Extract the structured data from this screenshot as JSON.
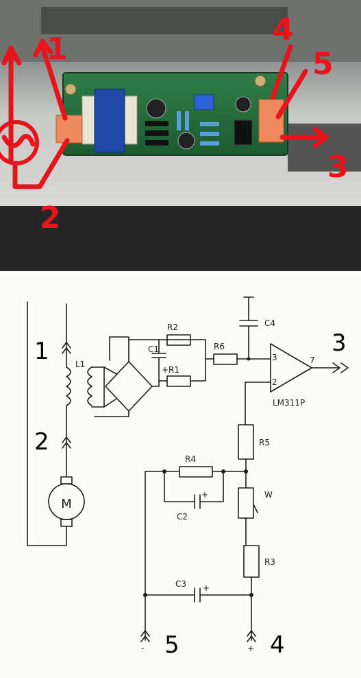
{
  "photo": {
    "markers": [
      "1",
      "2",
      "3",
      "4",
      "5"
    ]
  },
  "schematic": {
    "terminals": [
      "1",
      "2",
      "3",
      "4",
      "5"
    ],
    "components": {
      "l1": "L1",
      "r1": "R1",
      "r2": "R2",
      "r3": "R3",
      "r4": "R4",
      "r5": "R5",
      "r6": "R6",
      "c1": "C1",
      "c2": "C2",
      "c3": "C3",
      "c4": "C4",
      "w": "W",
      "motor": "M",
      "ic": "LM311P",
      "pin3": "3",
      "pin2": "2",
      "pin7": "7",
      "plus": "+",
      "minus": "-"
    }
  }
}
